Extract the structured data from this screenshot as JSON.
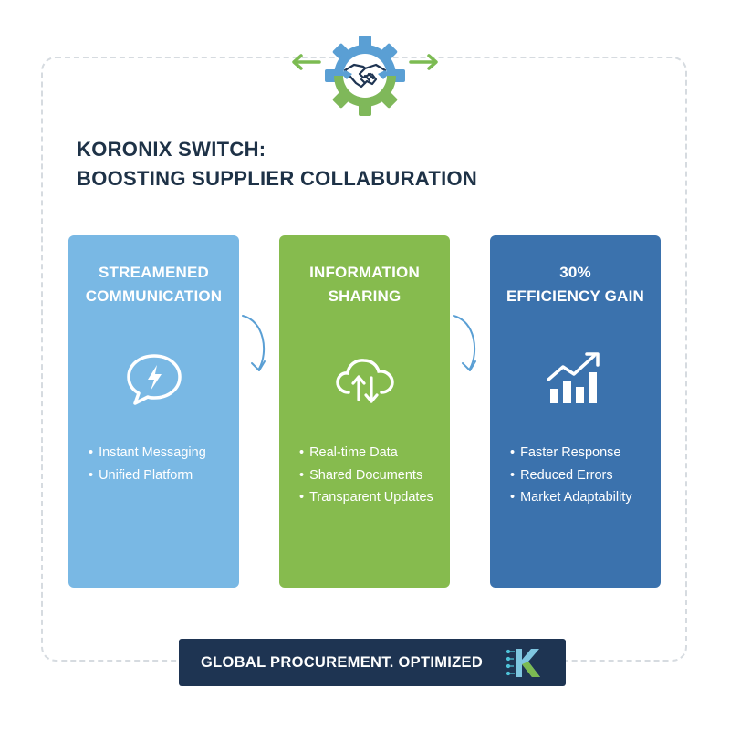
{
  "header": {
    "title_line1": "KORONIX SWITCH:",
    "title_line2": "BOOSTING SUPPLIER COLLABURATION"
  },
  "cards": [
    {
      "title_line1": "STREAMENED",
      "title_line2": "COMMUNICATION",
      "icon": "chat-bubble-lightning-icon",
      "bullets": [
        "Instant Messaging",
        "Unified Platform"
      ],
      "color": "#79b8e4"
    },
    {
      "title_line1": "INFORMATION",
      "title_line2": "SHARING",
      "icon": "cloud-sync-icon",
      "bullets": [
        "Real-time Data",
        "Shared Documents",
        "Transparent Updates"
      ],
      "color": "#86bb4e"
    },
    {
      "title_line1": "30%",
      "title_line2": "EFFICIENCY GAIN",
      "icon": "growth-chart-icon",
      "bullets": [
        "Faster Response",
        "Reduced Errors",
        "Market Adaptability"
      ],
      "color": "#3b72ad"
    }
  ],
  "footer": {
    "text": "GLOBAL PROCUREMENT. OPTIMIZED",
    "logo_text": "K"
  },
  "icons": {
    "top": "handshake-gear-icon",
    "flow": "curved-arrow-icon"
  },
  "colors": {
    "gear_blue": "#5a9fd4",
    "gear_green": "#7fb85a",
    "footer_bg": "#1e3452"
  }
}
